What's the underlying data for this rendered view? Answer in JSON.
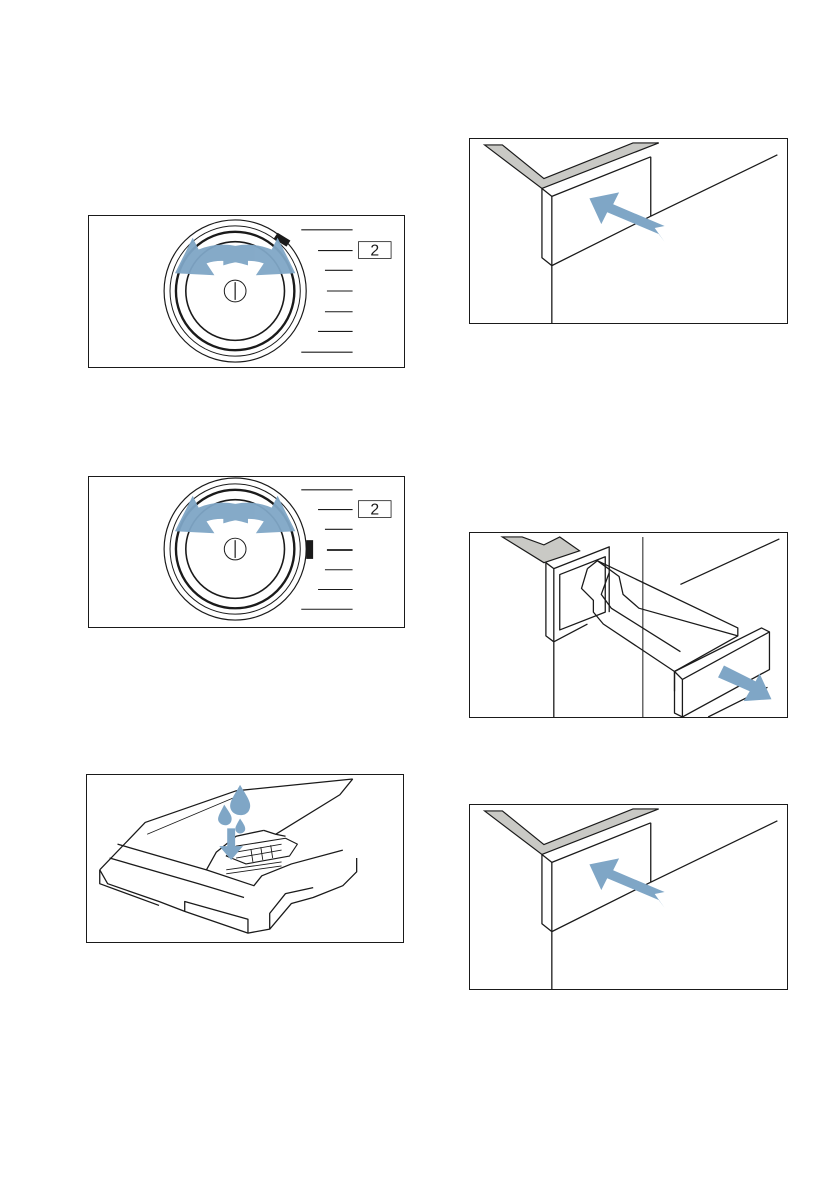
{
  "figures": [
    {
      "name": "dial-figure-position-1",
      "program_display": "2"
    },
    {
      "name": "dial-figure-position-2",
      "program_display": "2"
    },
    {
      "name": "water-fill-figure"
    },
    {
      "name": "drawer-push-figure-top"
    },
    {
      "name": "drawer-pull-figure"
    },
    {
      "name": "drawer-push-figure-bottom"
    }
  ],
  "colors": {
    "line": "#1a1a1a",
    "accent_blue": "#7fa6c6",
    "frame_grey": "#c9c9c5",
    "water_blue": "#7fa6c6"
  },
  "icons": {
    "turn_arrow": "double-curved-arrow-icon",
    "push_arrow": "arrow-push-icon",
    "pull_arrow": "arrow-pull-icon",
    "water_drops": "water-drop-icon"
  }
}
